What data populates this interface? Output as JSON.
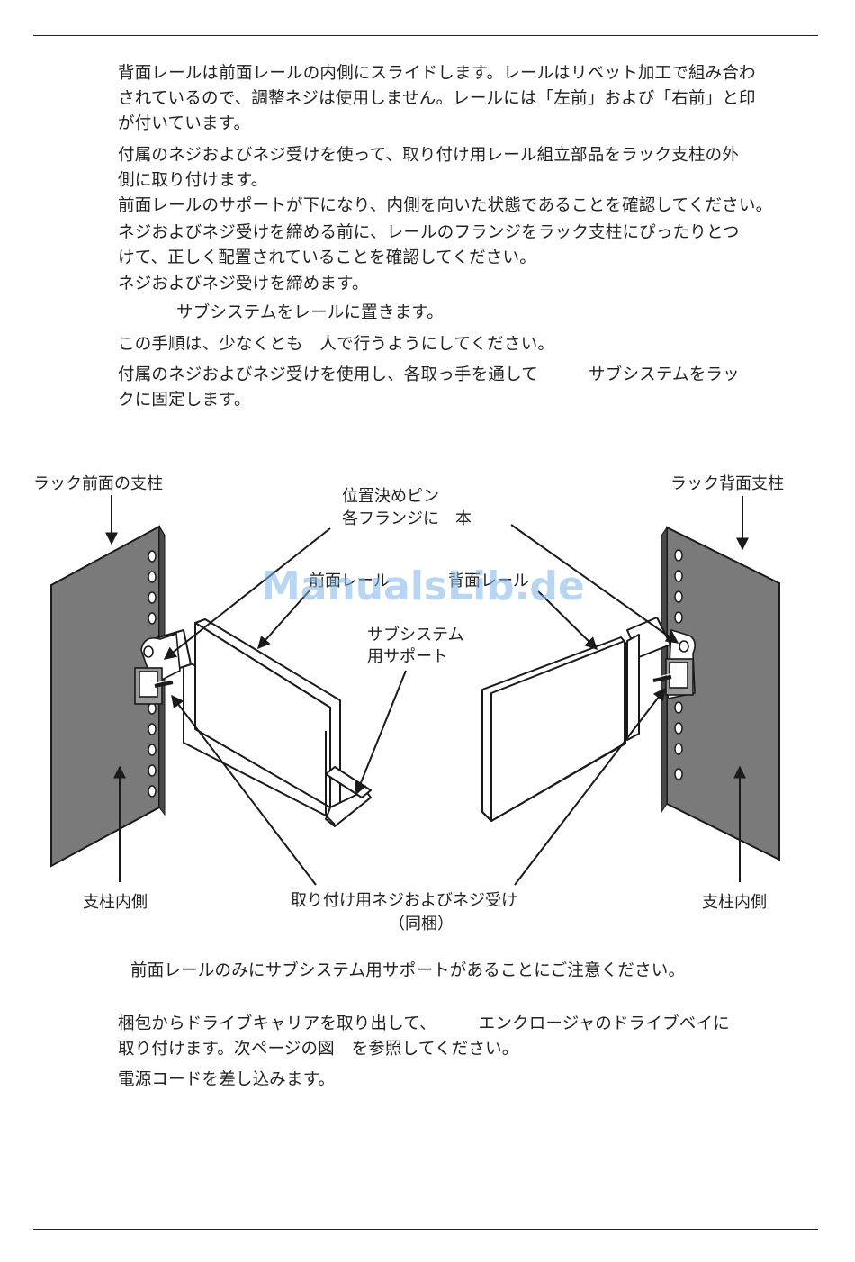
{
  "paragraphs": {
    "p1": "背面レールは前面レールの内側にスライドします。レールはリベット加工で組み合わ\nされているので、調整ネジは使用しません。レールには「左前」および「右前」と印\nが付いています。",
    "p2": "付属のネジおよびネジ受けを使って、取り付け用レール組立部品をラック支柱の外\n側に取り付けます。",
    "p3": "前面レールのサポートが下になり、内側を向いた状態であることを確認してください。",
    "p4": "ネジおよびネジ受けを締める前に、レールのフランジをラック支柱にぴったりとつ\nけて、正しく配置されていることを確認してください。",
    "p5": "ネジおよびネジ受けを締めます。",
    "p6": "サブシステムをレールに置きます。",
    "p7": "この手順は、少なくとも　人で行うようにしてください。",
    "p8": "付属のネジおよびネジ受けを使用し、各取っ手を通して　　　サブシステムをラッ\nクに固定します。"
  },
  "diagram": {
    "label_front_post": "ラック前面の支柱",
    "label_rear_post": "ラック背面支柱",
    "label_pin_line1": "位置決めピン",
    "label_pin_line2": "各フランジに　本",
    "label_front_rail": "前面レール",
    "label_rear_rail": "背面レール",
    "label_support_line1": "サブシステム",
    "label_support_line2": "用サポート",
    "label_inner_left": "支柱内側",
    "label_inner_right": "支柱内側",
    "label_screws_line1": "取り付け用ネジおよびネジ受け",
    "label_screws_line2": "（同梱）",
    "watermark": "ManualsLib.de"
  },
  "note": "前面レールのみにサブシステム用サポートがあることにご注意ください。",
  "paragraphs_after": {
    "p9": "梱包からドライブキャリアを取り出して、　　　エンクロージャのドライブベイに\n取り付けます。次ページの図　を参照してください。",
    "p10": "電源コードを差し込みます。"
  },
  "colors": {
    "post_fill": "#7a7a7a",
    "line": "#1a1a1a",
    "watermark": "#7fb6e6"
  }
}
